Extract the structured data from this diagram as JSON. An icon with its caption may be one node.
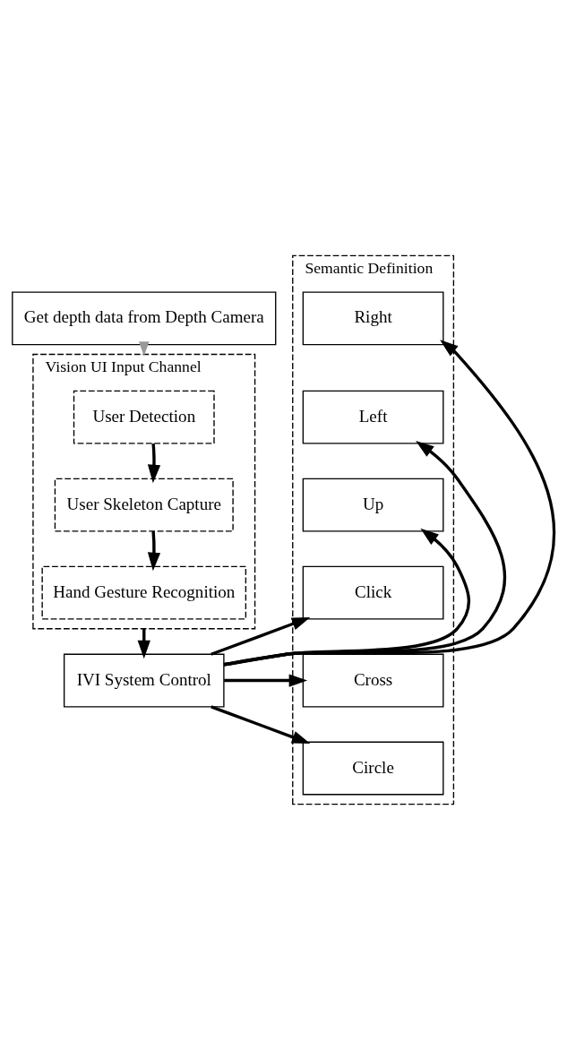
{
  "diagram": {
    "nodes": [
      {
        "text": [
          "Get depth data from Depth Camera"
        ]
      },
      {
        "text": [
          "Vision UI Input Channel"
        ]
      },
      {
        "text": [
          "User Detection"
        ],
        "in": 1
      },
      {
        "text": [
          "User Skeleton Capture"
        ],
        "in": 1
      },
      {
        "text": [
          "Hand Gesture Recognition"
        ],
        "in": 1
      },
      {
        "text": [
          "IVI System Control"
        ]
      },
      {
        "text": [
          "Semantic Definition"
        ]
      },
      {
        "text": [
          "Right"
        ],
        "in": 6
      },
      {
        "text": [
          "Left"
        ],
        "in": 6
      },
      {
        "text": [
          "Up"
        ],
        "in": 6
      },
      {
        "text": [
          "Click"
        ],
        "in": 6
      },
      {
        "text": [
          "Cross"
        ],
        "in": 6
      },
      {
        "text": [
          "Circle"
        ],
        "in": 6
      }
    ],
    "edges": [
      {
        "from": 0,
        "to": 1,
        "arrow": "to",
        "color": "#999999"
      },
      {
        "from": 2,
        "to": 3,
        "arrow": "to"
      },
      {
        "from": 3,
        "to": 4,
        "arrow": "to"
      },
      {
        "from": 1,
        "to": 5,
        "arrow": "to"
      },
      {
        "from": 5,
        "to": 7,
        "arrow": "to"
      },
      {
        "from": 5,
        "to": 8,
        "arrow": "to"
      },
      {
        "from": 5,
        "to": 9,
        "arrow": "to"
      },
      {
        "from": 5,
        "to": 10,
        "arrow": "to"
      },
      {
        "from": 5,
        "to": 11,
        "arrow": "to"
      },
      {
        "from": 5,
        "to": 12,
        "arrow": "to"
      }
    ]
  }
}
